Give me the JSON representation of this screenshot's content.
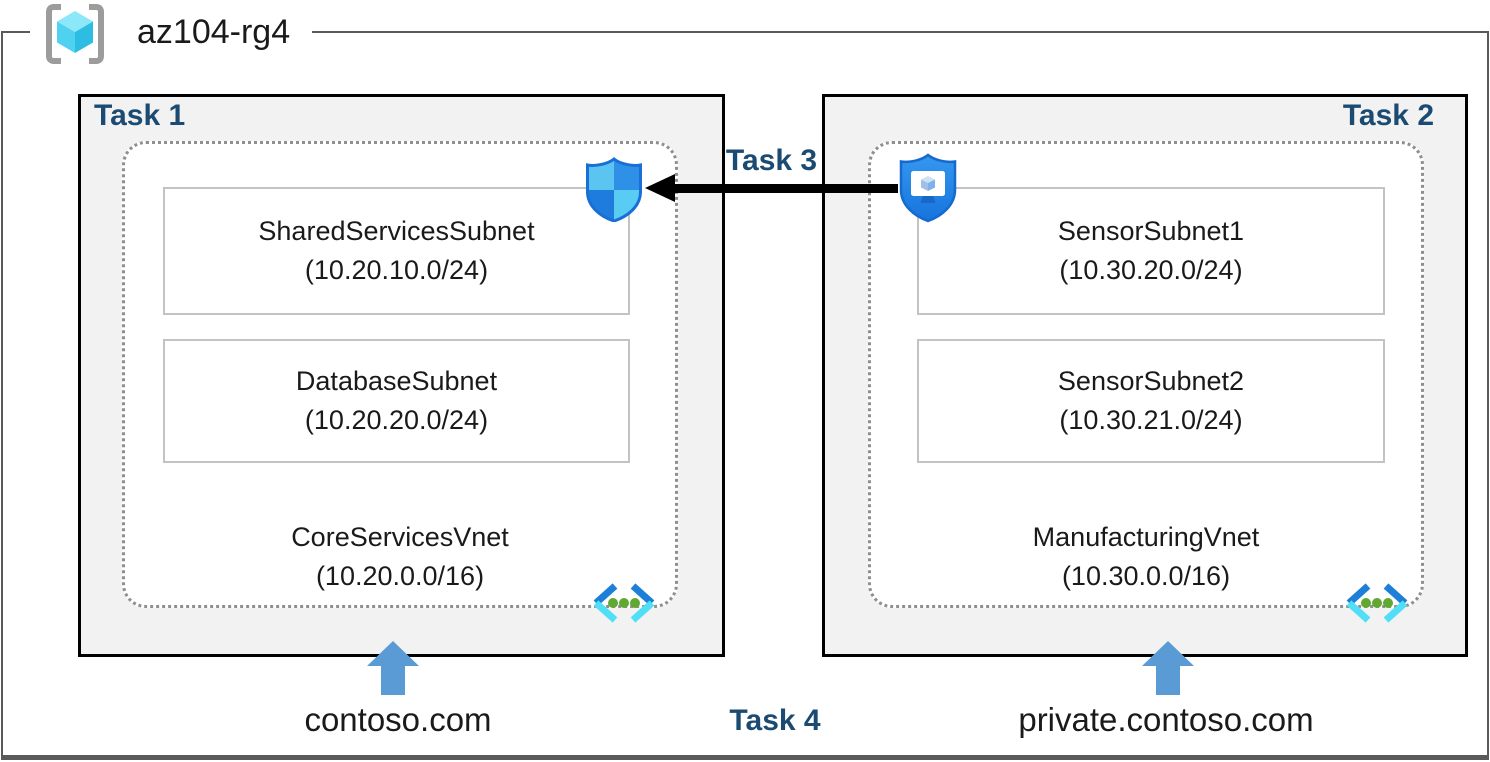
{
  "resource_group": {
    "name": "az104-rg4"
  },
  "tasks": {
    "task3_label": "Task 3",
    "task4_label": "Task 4"
  },
  "vnets": [
    {
      "task_label": "Task 1",
      "name": "CoreServicesVnet",
      "cidr": "(10.20.0.0/16)",
      "dns_zone": "contoso.com",
      "subnets": [
        {
          "name": "SharedServicesSubnet",
          "cidr": "(10.20.10.0/24)"
        },
        {
          "name": "DatabaseSubnet",
          "cidr": "(10.20.20.0/24)"
        }
      ]
    },
    {
      "task_label": "Task 2",
      "name": "ManufacturingVnet",
      "cidr": "(10.30.0.0/16)",
      "dns_zone": "private.contoso.com",
      "subnets": [
        {
          "name": "SensorSubnet1",
          "cidr": "(10.30.20.0/24)"
        },
        {
          "name": "SensorSubnet2",
          "cidr": "(10.30.21.0/24)"
        }
      ]
    }
  ],
  "icons": {
    "resource_group": "bracketed-cube",
    "nsg": "shield-quadrants",
    "asg": "shield-monitor",
    "vnet": "chevrons-with-green-dots",
    "dns": "blue-up-arrow",
    "task3": "black-left-arrow"
  },
  "colors": {
    "task_label": "#1b4b72",
    "task_box_fill": "#f2f2f2",
    "task_box_border": "#000000",
    "frame_border": "#5a5a5a",
    "vnet_dotted_border": "#8f8f8f",
    "subnet_border": "#c3c3c3",
    "dns_arrow": "#5b9bd5",
    "task3_arrow": "#000000"
  }
}
